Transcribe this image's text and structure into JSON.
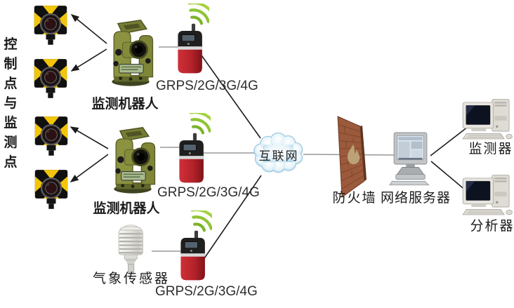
{
  "diagram": {
    "side_label": "控制点与监测点",
    "stations": [
      {
        "label": "监测机器人",
        "icon": "total-station-icon"
      },
      {
        "label": "监测机器人",
        "icon": "total-station-icon"
      }
    ],
    "prisms": {
      "icon": "prism-target-icon"
    },
    "modems": [
      {
        "label": "GRPS/2G/3G/4G",
        "icon": "gsm-modem-icon"
      },
      {
        "label": "GRPS/2G/3G/4G",
        "icon": "gsm-modem-icon"
      },
      {
        "label": "GRPS/2G/3G/4G",
        "icon": "gsm-modem-icon"
      }
    ],
    "sensor": {
      "label": "气象传感器",
      "icon": "weather-sensor-icon"
    },
    "cloud": {
      "label": "互联网",
      "icon": "internet-cloud-icon"
    },
    "firewall": {
      "label": "防火墙",
      "icon": "firewall-brick-wall-icon"
    },
    "server": {
      "label": "网络服务器",
      "icon": "server-computer-icon"
    },
    "terminals": [
      {
        "label": "监测器",
        "icon": "desktop-computer-icon"
      },
      {
        "label": "分析器",
        "icon": "desktop-computer-icon"
      }
    ],
    "colors": {
      "background": "#ffffff",
      "line_dark": "#1c1c1c",
      "line_gray": "#9a9a9a",
      "wave_green": "#8cc63e",
      "phone_red": "#bc232c",
      "station_olive": "#8b9240",
      "prism_yellow": "#f2c50a",
      "cloud_blue": "#9bc8e2",
      "firewall_brick": "#9b5a3b",
      "label_text": "#1a1a1a"
    }
  }
}
